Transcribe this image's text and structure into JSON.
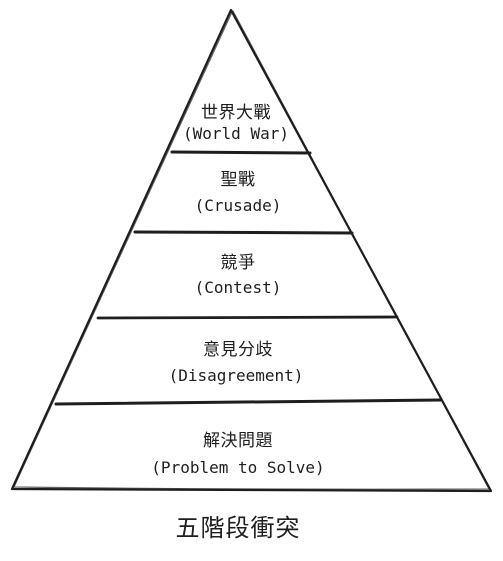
{
  "diagram": {
    "caption": "五階段衝突",
    "levels": [
      {
        "title": "世界大戰",
        "subtitle": "(World War)"
      },
      {
        "title": "聖戰",
        "subtitle": "(Crusade)"
      },
      {
        "title": "競爭",
        "subtitle": "(Contest)"
      },
      {
        "title": "意見分歧",
        "subtitle": "(Disagreement)"
      },
      {
        "title": "解決問題",
        "subtitle": "(Problem to Solve)"
      }
    ],
    "stroke_color": "#1e1e1e",
    "fill_color": "#ffffff"
  }
}
